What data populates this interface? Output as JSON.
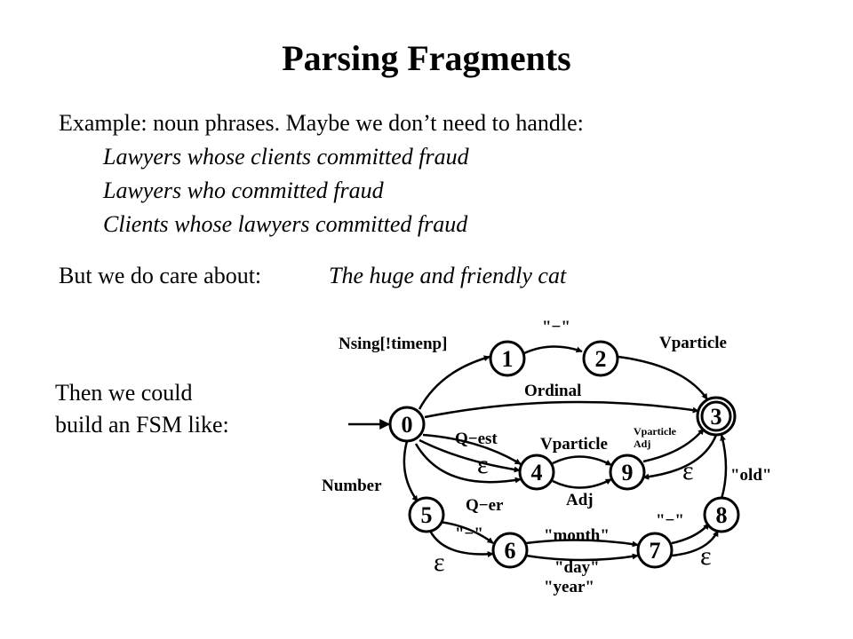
{
  "slide": {
    "title": "Parsing Fragments",
    "intro": "Example: noun phrases.  Maybe we don’t need to handle:",
    "examples": [
      "Lawyers whose clients committed fraud",
      "Lawyers who committed fraud",
      "Clients whose lawyers committed fraud"
    ],
    "care_label": "But we do care about:",
    "care_example": "The huge and friendly cat",
    "fsm_caption_1": "Then we could",
    "fsm_caption_2": "build an FSM like:"
  },
  "fsm": {
    "states": [
      "0",
      "1",
      "2",
      "3",
      "4",
      "5",
      "6",
      "7",
      "8",
      "9"
    ],
    "accepting": [
      "3"
    ],
    "start": "0",
    "edge_labels": {
      "nsing": "Nsing[!timenp]",
      "hyphen_1_2": "\"−\"",
      "vparticle_2_3": "Vparticle",
      "ordinal": "Ordinal",
      "q_est": "Q−est",
      "eps_0_4": "ε",
      "q_er": "Q−er",
      "vparticle_4_9": "Vparticle",
      "adj_4_9": "Adj",
      "vparticle_9_3": "Vparticle",
      "adj_9_3": "Adj",
      "eps_3_9": "ε",
      "number": "Number",
      "old": "\"old\"",
      "hyphen_5_6": "\"−\"",
      "eps_5_6": "ε",
      "month": "\"month\"",
      "day": "\"day\"",
      "year": "\"year\"",
      "hyphen_7_8": "\"−\"",
      "eps_7_8": "ε"
    }
  }
}
